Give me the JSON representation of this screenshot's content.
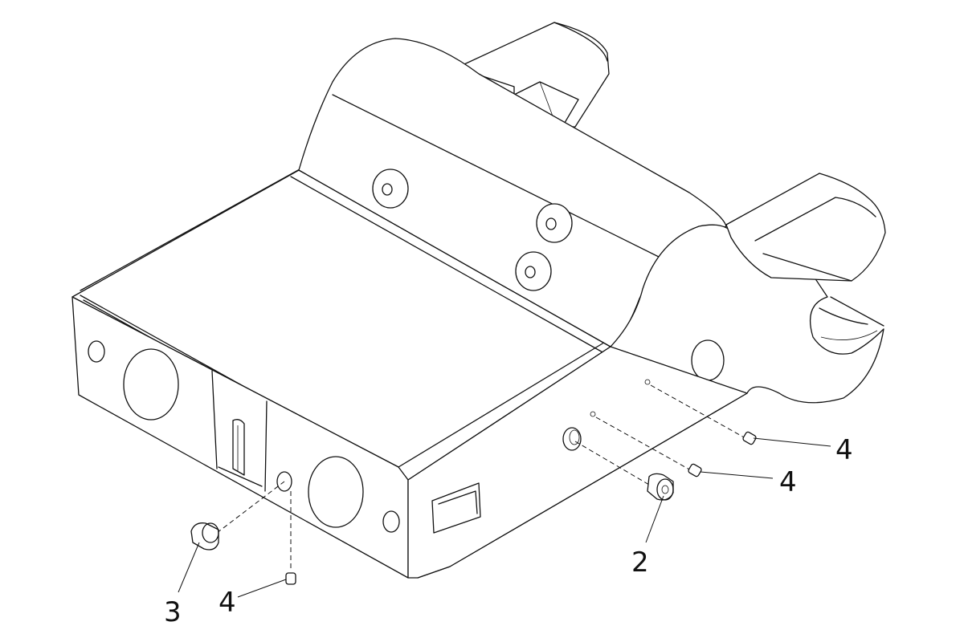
{
  "diagram": {
    "callouts": {
      "part_2": "2",
      "part_3": "3",
      "part_4_upper": "4",
      "part_4_mid": "4",
      "part_4_lower": "4"
    }
  }
}
